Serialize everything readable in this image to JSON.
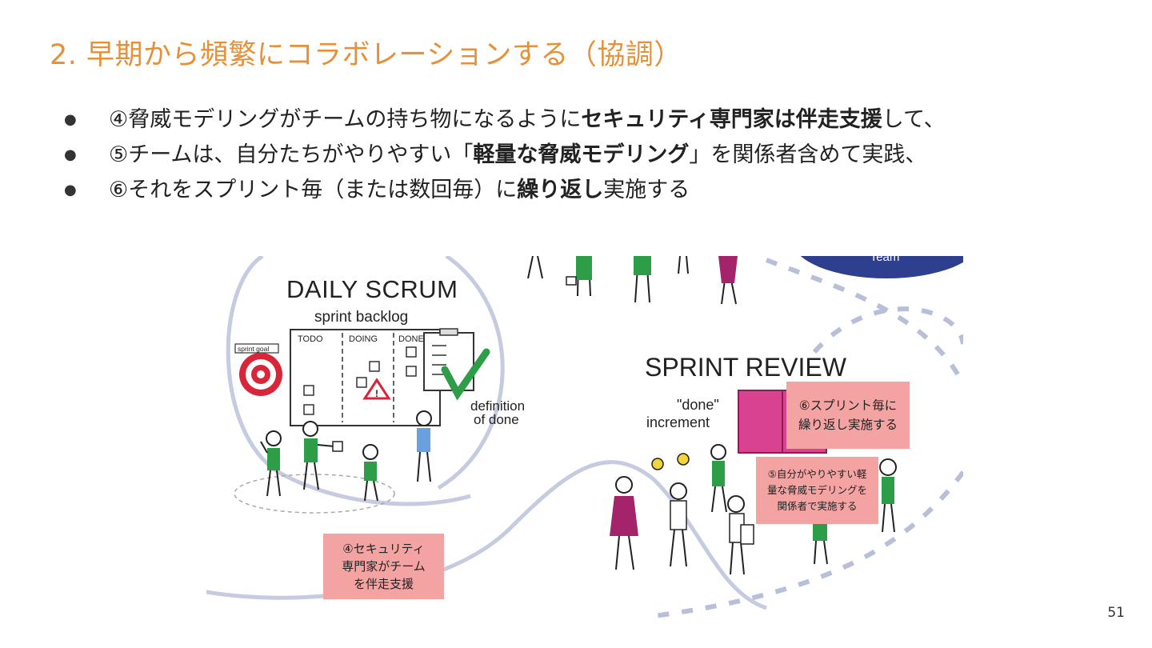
{
  "slide": {
    "title": "2. 早期から頻繁にコラボレーションする（協調）",
    "page_number": "51",
    "colors": {
      "title": "#e69138",
      "note_bg": "#f4a3a3",
      "team_circle": "#2e3f8f",
      "figure_green": "#2e9d48",
      "figure_magenta": "#a3246a",
      "pink_box": "#d8428f",
      "target_red": "#d9253a"
    }
  },
  "bullets": [
    {
      "pre": "④脅威モデリングがチームの持ち物になるように",
      "bold": "セキュリティ専門家は伴走支援",
      "post": "して、"
    },
    {
      "pre": "⑤チームは、自分たちがやりやすい「",
      "bold": "軽量な脅威モデリング",
      "post": "」を関係者含めて実践、"
    },
    {
      "pre": "⑥それをスプリント毎（または数回毎）に",
      "bold": "繰り返し",
      "post": "実施する"
    }
  ],
  "illustration": {
    "daily_scrum": "DAILY SCRUM",
    "sprint_backlog": "sprint backlog",
    "columns": [
      "TODO",
      "DOING",
      "DONE"
    ],
    "sprint_goal": "sprint goal",
    "definition_of_done_1": "definition",
    "definition_of_done_2": "of done",
    "sprint_review": "SPRINT REVIEW",
    "done_label": "\"done\"",
    "increment_label": "increment",
    "team_label": "Team"
  },
  "notes": {
    "note4": [
      "④セキュリティ",
      "専門家がチーム",
      "を伴走支援"
    ],
    "note5": [
      "⑤自分がやりやすい軽",
      "量な脅威モデリングを",
      "関係者で実施する"
    ],
    "note6": [
      "⑥スプリント毎に",
      "繰り返し実施する"
    ]
  }
}
